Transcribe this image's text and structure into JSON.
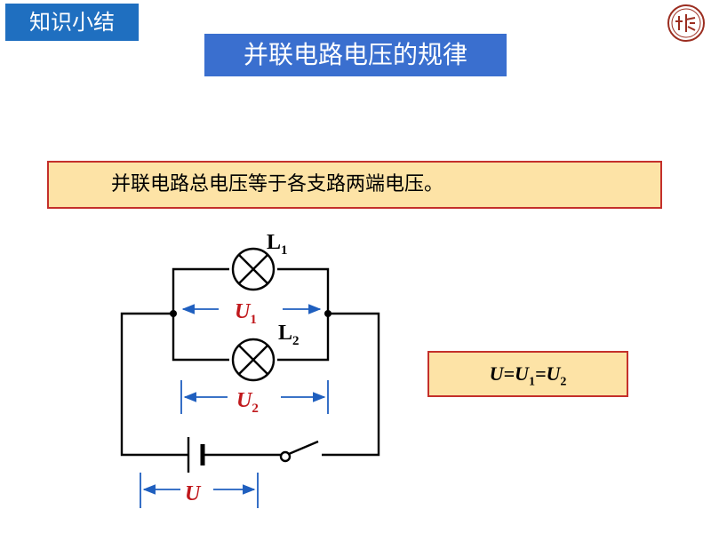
{
  "header": {
    "tag": "知识小结",
    "title": "并联电路电压的规律"
  },
  "conclusion": "并联电路总电压等于各支路两端电压。",
  "formula": {
    "u": "U",
    "u1": "U",
    "sub1": "1",
    "u2": "U",
    "sub2": "2"
  },
  "circuit": {
    "lamp1": {
      "letter": "L",
      "sub": "1"
    },
    "lamp2": {
      "letter": "L",
      "sub": "2"
    },
    "u1": {
      "letter": "U",
      "sub": "1"
    },
    "u2": {
      "letter": "U",
      "sub": "2"
    },
    "u": "U"
  },
  "colors": {
    "arrow": "#1f5fbf",
    "voltage_label": "#c0181c",
    "box_fill": "#fde3a6",
    "box_border": "#c4302b"
  }
}
